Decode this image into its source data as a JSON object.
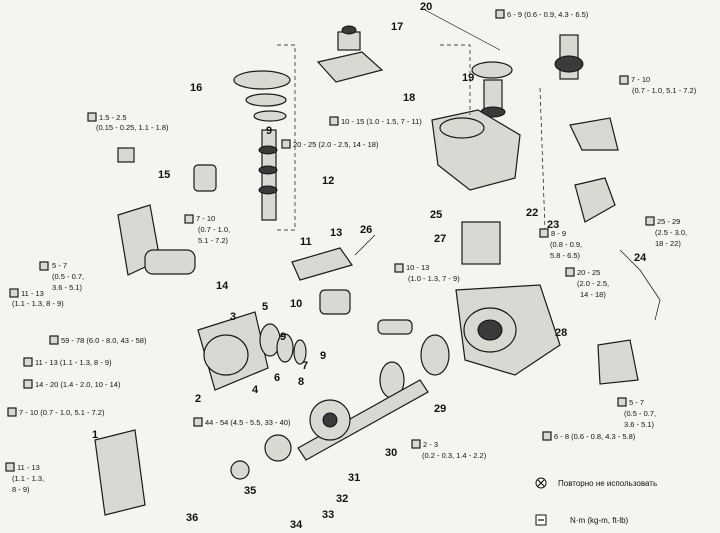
{
  "part_numbers": [
    "1",
    "2",
    "3",
    "4",
    "5",
    "6",
    "7",
    "8",
    "9",
    "9",
    "9",
    "10",
    "11",
    "12",
    "13",
    "14",
    "15",
    "16",
    "17",
    "18",
    "19",
    "20",
    "22",
    "23",
    "24",
    "25",
    "26",
    "27",
    "28",
    "29",
    "30",
    "31",
    "32",
    "33",
    "34",
    "35",
    "36"
  ],
  "torque_specs": [
    "6 - 9 (0.6 - 0.9, 4.3 - 6.5)",
    "7 - 10",
    "(0.7 - 1.0, 5.1 - 7.2)",
    "1.5 - 2.5",
    "(0.15 - 0.25, 1.1 - 1.8)",
    "10 - 15 (1.0 - 1.5, 7 - 11)",
    "20 - 25 (2.0 - 2.5, 14 - 18)",
    "7 - 10",
    "(0.7 - 1.0,",
    "5.1 - 7.2)",
    "25 - 29",
    "(2.5 - 3.0,",
    "18 - 22)",
    "8 - 9",
    "(0.8 - 0.9,",
    "5.8 - 6.5)",
    "5 - 7",
    "(0.5 - 0.7,",
    "3.6 - 5.1)",
    "10 - 13",
    "(1.0 - 1.3, 7 - 9)",
    "20 - 25",
    "(2.0 - 2.5,",
    "14 - 18)",
    "11 - 13",
    "(1.1 - 1.3, 8 - 9)",
    "59 - 78 (6.0 - 8.0, 43 - 58)",
    "11 - 13 (1.1 - 1.3, 8 - 9)",
    "14 - 20 (1.4 - 2.0, 10 - 14)",
    "7 - 10 (0.7 - 1.0, 5.1 - 7.2)",
    "44 - 54 (4.5 - 5.5, 33 - 40)",
    "2 - 3",
    "(0.2 - 0.3, 1.4 - 2.2)",
    "5 - 7",
    "(0.5 - 0.7,",
    "3.6 - 5.1)",
    "6 - 8 (0.6 - 0.8, 4.3 - 5.8)",
    "11 - 13",
    "(1.1 - 1.3,",
    "8 - 9)"
  ],
  "legend": {
    "do_not_reuse": "Повторно не использовать",
    "torque_units": "N·m (kg-m, ft-lb)"
  }
}
